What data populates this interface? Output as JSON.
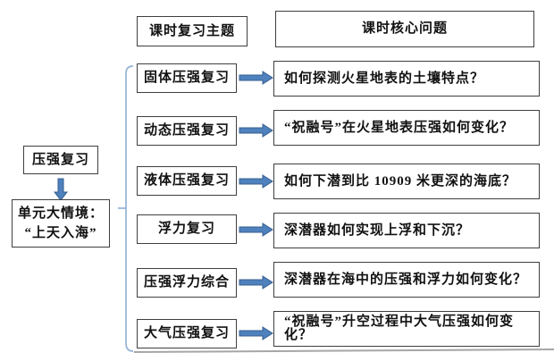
{
  "diagram": {
    "unit": {
      "root": "压强复习",
      "context_line1": "单元大情境：",
      "context_line2": "“上天入海”"
    },
    "headers": {
      "topics": "课时复习主题",
      "questions": "课时核心问题"
    },
    "rows": [
      {
        "topic": "固体压强复习",
        "question": "如何探测火星地表的土壤特点？"
      },
      {
        "topic": "动态压强复习",
        "question": "“祝融号”在火星地表压强如何变化？"
      },
      {
        "topic": "液体压强复习",
        "question": "如何下潜到比 10909 米更深的海底？"
      },
      {
        "topic": "浮力复习",
        "question": "深潜器如何实现上浮和下沉？"
      },
      {
        "topic": "压强浮力综合",
        "question": "深潜器在海中的压强和浮力如何变化？"
      },
      {
        "topic": "大气压强复习",
        "question": "“祝融号”升空过程中大气压强如何变化？"
      }
    ],
    "colors": {
      "arrow_fill": "#4f81bd",
      "arrow_stroke": "#365f91",
      "brace": "#95b3d7",
      "box_border": "#3f3f3f",
      "baseline": "#a6a6a6"
    }
  }
}
